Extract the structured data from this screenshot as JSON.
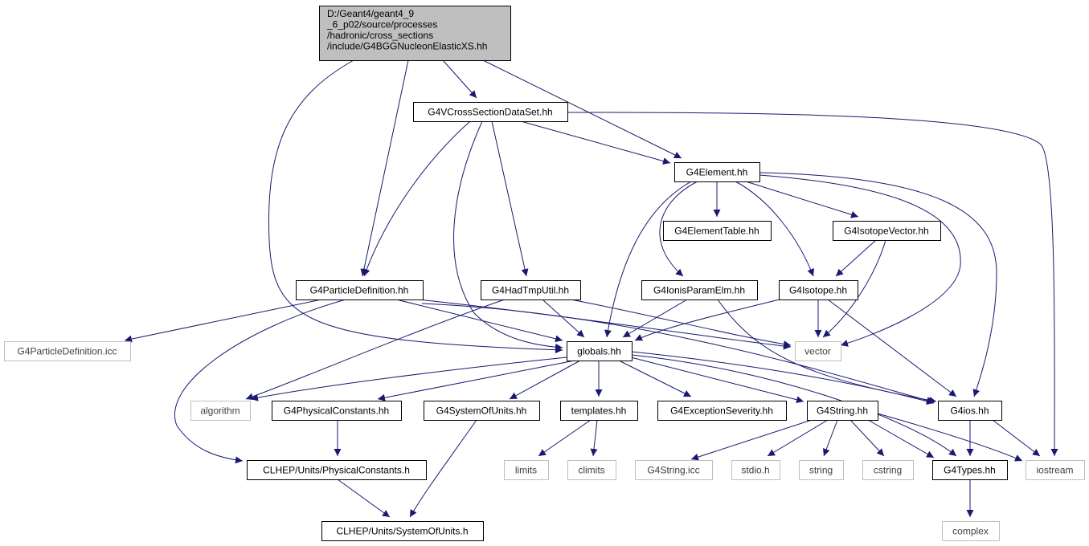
{
  "graph": {
    "colors": {
      "edge": "#191970",
      "node_border": "#000000",
      "node_fill": "#ffffff",
      "root_fill": "#bfbfbf",
      "system_border": "#bfbfbf",
      "text": "#000000",
      "system_text": "#404040"
    },
    "nodes": [
      {
        "id": "root",
        "label": "D:/Geant4/geant4_9\n_6_p02/source/processes\n/hadronic/cross_sections\n/include/G4BGGNucleonElasticXS.hh",
        "kind": "root"
      },
      {
        "id": "vcs",
        "label": "G4VCrossSectionDataSet.hh",
        "kind": "local"
      },
      {
        "id": "element",
        "label": "G4Element.hh",
        "kind": "local"
      },
      {
        "id": "elementtable",
        "label": "G4ElementTable.hh",
        "kind": "local"
      },
      {
        "id": "isotopevector",
        "label": "G4IsotopeVector.hh",
        "kind": "local"
      },
      {
        "id": "particledef",
        "label": "G4ParticleDefinition.hh",
        "kind": "local"
      },
      {
        "id": "hadtmputil",
        "label": "G4HadTmpUtil.hh",
        "kind": "local"
      },
      {
        "id": "ionisparam",
        "label": "G4IonisParamElm.hh",
        "kind": "local"
      },
      {
        "id": "isotope",
        "label": "G4Isotope.hh",
        "kind": "local"
      },
      {
        "id": "particledeficc",
        "label": "G4ParticleDefinition.icc",
        "kind": "system"
      },
      {
        "id": "globals",
        "label": "globals.hh",
        "kind": "local"
      },
      {
        "id": "vector",
        "label": "vector",
        "kind": "system"
      },
      {
        "id": "algorithm",
        "label": "algorithm",
        "kind": "system"
      },
      {
        "id": "physconst",
        "label": "G4PhysicalConstants.hh",
        "kind": "local"
      },
      {
        "id": "sysofunits",
        "label": "G4SystemOfUnits.hh",
        "kind": "local"
      },
      {
        "id": "templates",
        "label": "templates.hh",
        "kind": "local"
      },
      {
        "id": "excseverity",
        "label": "G4ExceptionSeverity.hh",
        "kind": "local"
      },
      {
        "id": "g4string",
        "label": "G4String.hh",
        "kind": "local"
      },
      {
        "id": "g4ios",
        "label": "G4ios.hh",
        "kind": "local"
      },
      {
        "id": "clhepphys",
        "label": "CLHEP/Units/PhysicalConstants.h",
        "kind": "local"
      },
      {
        "id": "limits",
        "label": "limits",
        "kind": "system"
      },
      {
        "id": "climits",
        "label": "climits",
        "kind": "system"
      },
      {
        "id": "g4stringicc",
        "label": "G4String.icc",
        "kind": "system"
      },
      {
        "id": "stdio",
        "label": "stdio.h",
        "kind": "system"
      },
      {
        "id": "string",
        "label": "string",
        "kind": "system"
      },
      {
        "id": "cstring",
        "label": "cstring",
        "kind": "system"
      },
      {
        "id": "g4types",
        "label": "G4Types.hh",
        "kind": "local"
      },
      {
        "id": "iostream",
        "label": "iostream",
        "kind": "system"
      },
      {
        "id": "clhepsys",
        "label": "CLHEP/Units/SystemOfUnits.h",
        "kind": "local"
      },
      {
        "id": "complex",
        "label": "complex",
        "kind": "system"
      }
    ],
    "edges": [
      [
        "root",
        "vcs"
      ],
      [
        "root",
        "element"
      ],
      [
        "root",
        "particledef"
      ],
      [
        "root",
        "globals"
      ],
      [
        "vcs",
        "element"
      ],
      [
        "vcs",
        "particledef"
      ],
      [
        "vcs",
        "hadtmputil"
      ],
      [
        "vcs",
        "globals"
      ],
      [
        "vcs",
        "iostream"
      ],
      [
        "element",
        "elementtable"
      ],
      [
        "element",
        "isotopevector"
      ],
      [
        "element",
        "ionisparam"
      ],
      [
        "element",
        "isotope"
      ],
      [
        "element",
        "globals"
      ],
      [
        "element",
        "vector"
      ],
      [
        "element",
        "g4ios"
      ],
      [
        "isotopevector",
        "isotope"
      ],
      [
        "isotopevector",
        "vector"
      ],
      [
        "particledef",
        "particledeficc"
      ],
      [
        "particledef",
        "globals"
      ],
      [
        "particledef",
        "vector"
      ],
      [
        "particledef",
        "g4ios"
      ],
      [
        "particledef",
        "clhepphys"
      ],
      [
        "hadtmputil",
        "globals"
      ],
      [
        "hadtmputil",
        "vector"
      ],
      [
        "hadtmputil",
        "algorithm"
      ],
      [
        "ionisparam",
        "globals"
      ],
      [
        "ionisparam",
        "g4ios"
      ],
      [
        "isotope",
        "globals"
      ],
      [
        "isotope",
        "vector"
      ],
      [
        "isotope",
        "g4ios"
      ],
      [
        "globals",
        "algorithm"
      ],
      [
        "globals",
        "physconst"
      ],
      [
        "globals",
        "sysofunits"
      ],
      [
        "globals",
        "templates"
      ],
      [
        "globals",
        "excseverity"
      ],
      [
        "globals",
        "g4string"
      ],
      [
        "globals",
        "g4ios"
      ],
      [
        "globals",
        "g4types"
      ],
      [
        "physconst",
        "clhepphys"
      ],
      [
        "sysofunits",
        "clhepsys"
      ],
      [
        "clhepphys",
        "clhepsys"
      ],
      [
        "templates",
        "limits"
      ],
      [
        "templates",
        "climits"
      ],
      [
        "g4string",
        "g4stringicc"
      ],
      [
        "g4string",
        "stdio"
      ],
      [
        "g4string",
        "string"
      ],
      [
        "g4string",
        "cstring"
      ],
      [
        "g4string",
        "g4types"
      ],
      [
        "g4string",
        "iostream"
      ],
      [
        "g4ios",
        "g4types"
      ],
      [
        "g4ios",
        "iostream"
      ],
      [
        "g4types",
        "complex"
      ]
    ]
  }
}
